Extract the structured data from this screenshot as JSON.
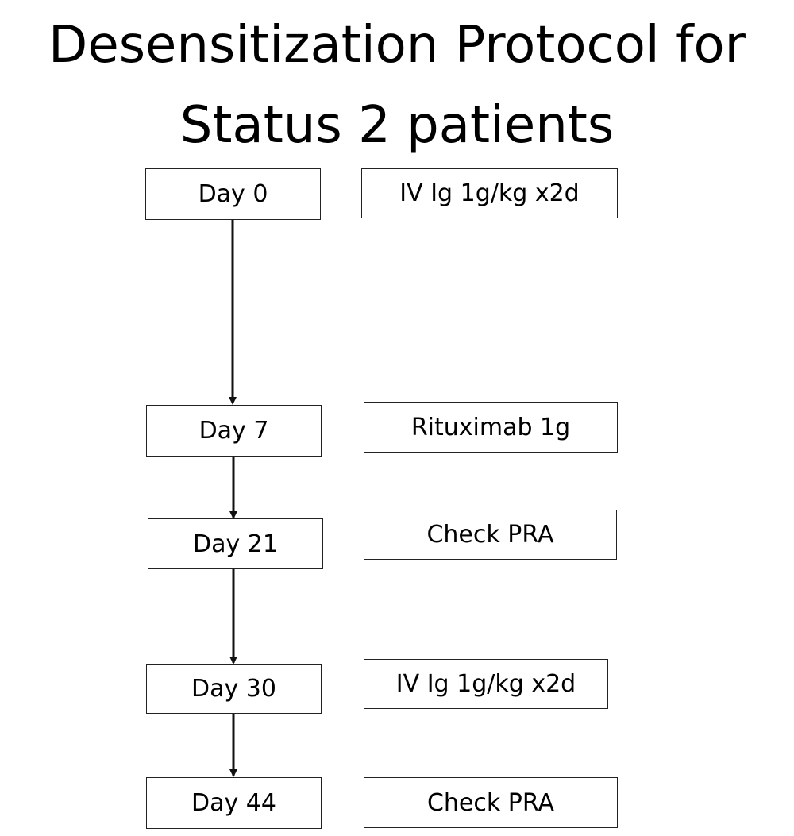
{
  "title": {
    "line1": "Desensitization Protocol for",
    "line2": "Status 2 patients"
  },
  "steps": [
    {
      "day": "Day 0",
      "action": "IV Ig 1g/kg x2d"
    },
    {
      "day": "Day 7",
      "action": "Rituximab 1g"
    },
    {
      "day": "Day 21",
      "action": "Check PRA"
    },
    {
      "day": "Day 30",
      "action": "IV Ig 1g/kg x2d"
    },
    {
      "day": "Day 44",
      "action": "Check PRA"
    }
  ]
}
